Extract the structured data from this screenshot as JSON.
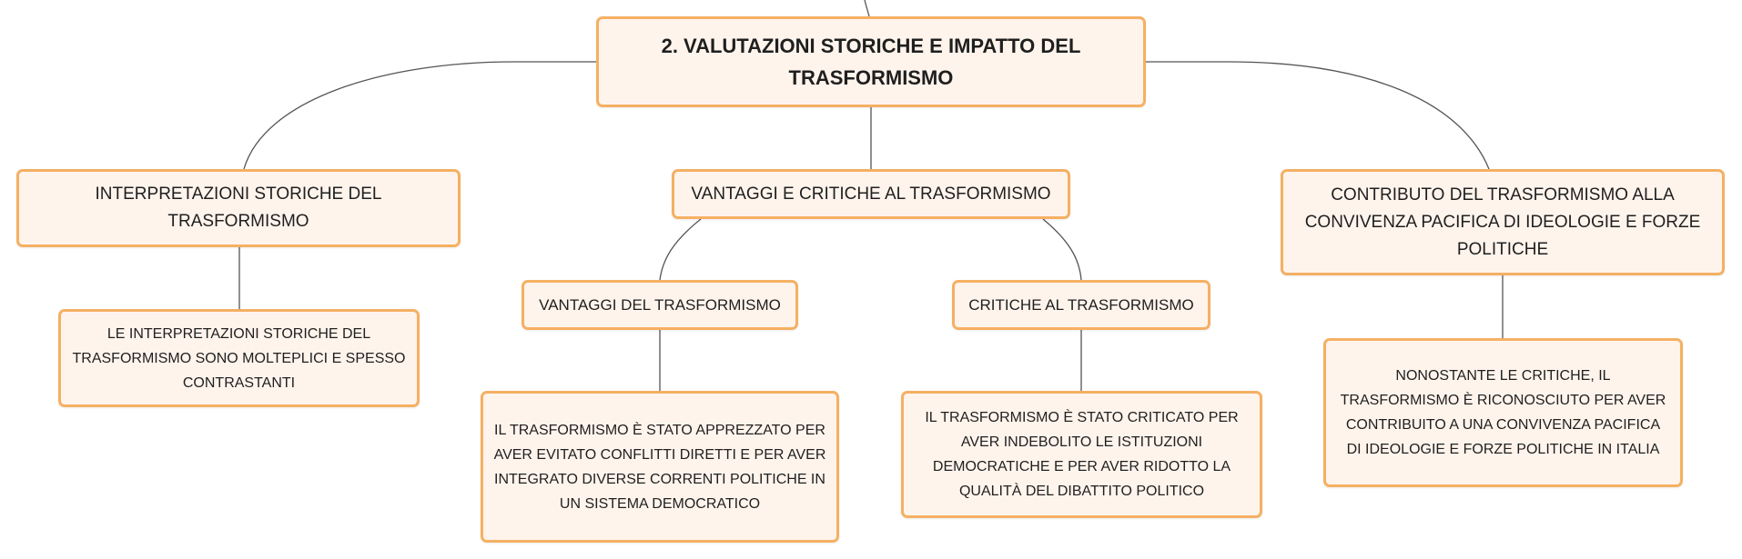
{
  "root": {
    "line1": "2. VALUTAZIONI STORICHE E IMPATTO DEL",
    "line2": "TRASFORMISMO"
  },
  "branches": {
    "interpretazioni": {
      "label": "INTERPRETAZIONI STORICHE DEL TRASFORMISMO",
      "detail": [
        "LE INTERPRETAZIONI STORICHE DEL",
        "TRASFORMISMO SONO MOLTEPLICI E SPESSO",
        "CONTRASTANTI"
      ]
    },
    "vantaggi_critiche": {
      "label": "VANTAGGI E CRITICHE AL TRASFORMISMO",
      "vantaggi": {
        "label": "VANTAGGI DEL TRASFORMISMO",
        "detail": [
          "IL TRASFORMISMO È STATO APPREZZATO PER",
          "AVER EVITATO CONFLITTI DIRETTI E PER AVER",
          "INTEGRATO DIVERSE CORRENTI POLITICHE IN",
          "UN SISTEMA DEMOCRATICO"
        ]
      },
      "critiche": {
        "label": "CRITICHE AL TRASFORMISMO",
        "detail": [
          "IL TRASFORMISMO È STATO CRITICATO PER",
          "AVER INDEBOLITO LE ISTITUZIONI",
          "DEMOCRATICHE E PER AVER RIDOTTO LA",
          "QUALITÀ DEL DIBATTITO POLITICO"
        ]
      }
    },
    "contributo": {
      "label": [
        "CONTRIBUTO DEL TRASFORMISMO ALLA",
        "CONVIVENZA PACIFICA DI IDEOLOGIE E FORZE",
        "POLITICHE"
      ],
      "detail": [
        "NONOSTANTE LE CRITICHE, IL",
        "TRASFORMISMO È RICONOSCIUTO PER AVER",
        "CONTRIBUITO A UNA CONVIVENZA PACIFICA",
        "DI IDEOLOGIE E FORZE POLITICHE IN ITALIA"
      ]
    }
  },
  "colors": {
    "node_fill": "#fff4ec",
    "node_border": "#f5b063",
    "connector": "#555555"
  }
}
